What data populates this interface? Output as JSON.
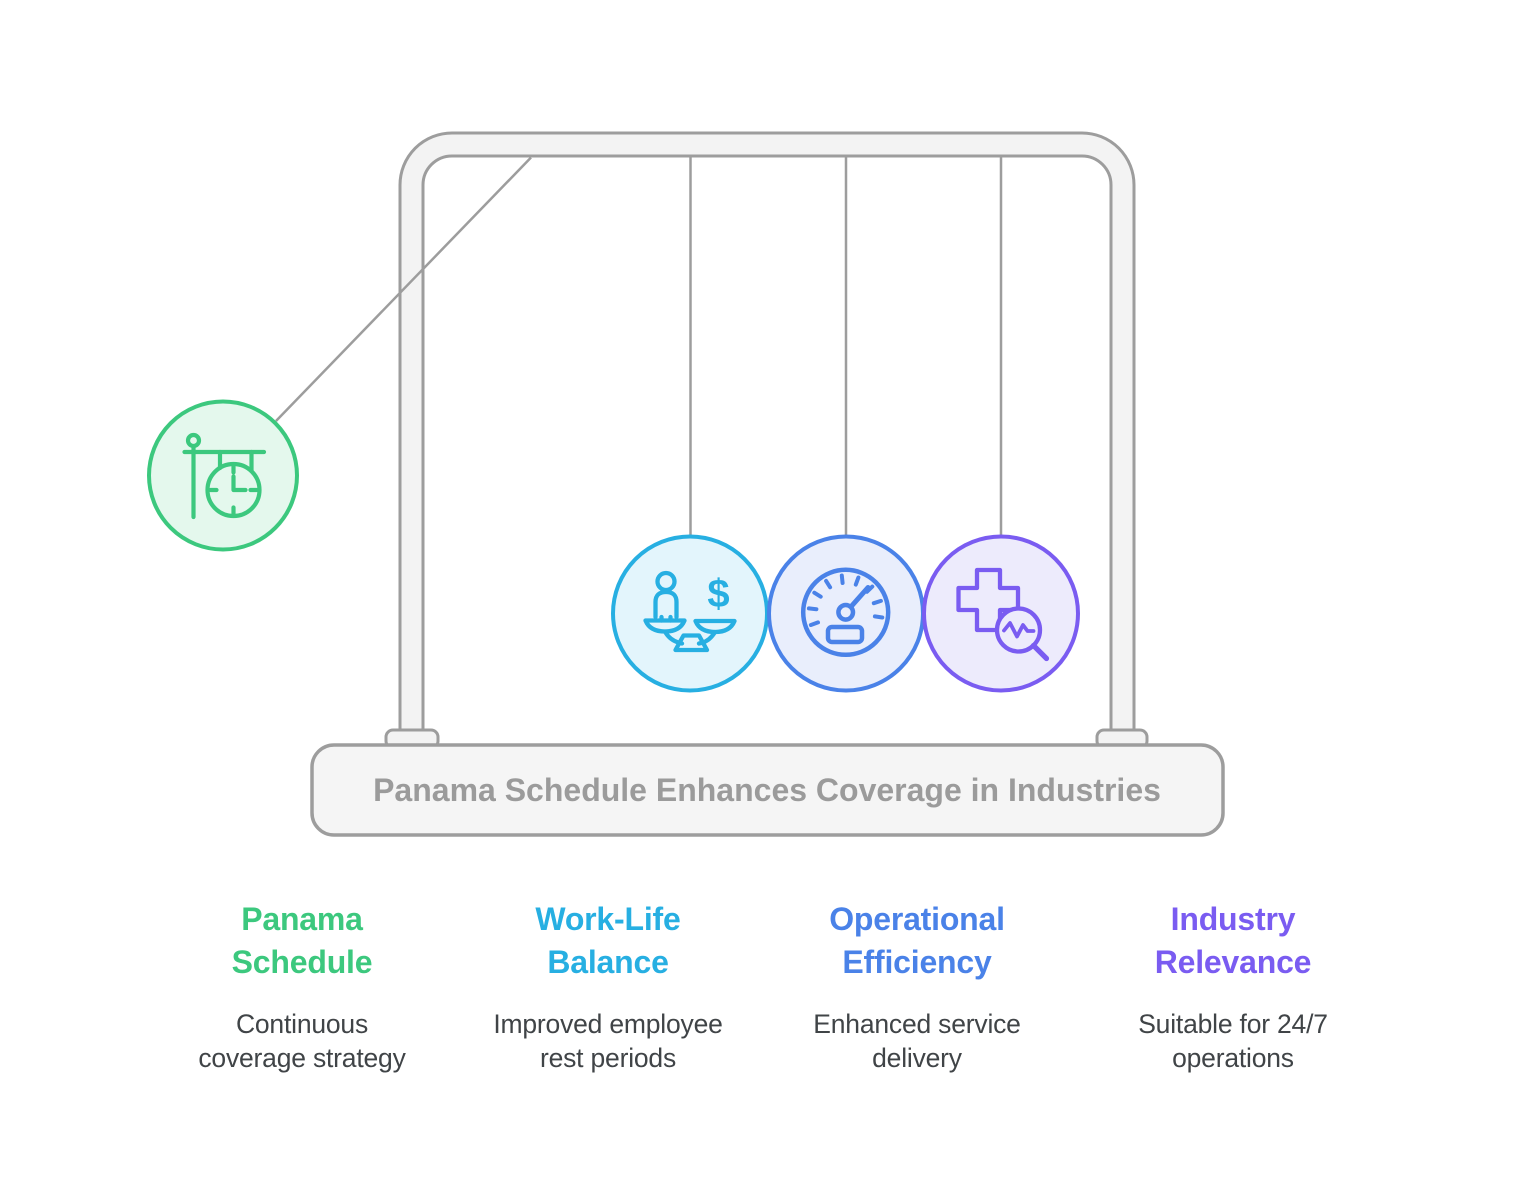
{
  "base_label": "Panama Schedule Enhances Coverage in Industries",
  "columns": [
    {
      "id": "panama-schedule",
      "heading": "Panama\nSchedule",
      "description": "Continuous\ncoverage strategy",
      "color": "#3cc87e"
    },
    {
      "id": "work-life-balance",
      "heading": "Work-Life\nBalance",
      "description": "Improved employee\nrest periods",
      "color": "#27afe2"
    },
    {
      "id": "operational-efficiency",
      "heading": "Operational\nEfficiency",
      "description": "Enhanced service\ndelivery",
      "color": "#4a82e8"
    },
    {
      "id": "industry-relevance",
      "heading": "Industry\nRelevance",
      "description": "Suitable for 24/7\noperations",
      "color": "#7a5cf1"
    }
  ],
  "icons": {
    "pendulum": [
      "station-clock-icon",
      "work-life-balance-scale-icon",
      "speedometer-icon",
      "medical-cross-search-icon"
    ],
    "dollar_glyph": "$"
  },
  "colors": {
    "green_stroke": "#3cc87e",
    "green_fill": "#e4f8ed",
    "cyan_stroke": "#27afe2",
    "cyan_fill": "#e3f5fc",
    "blue_stroke": "#4a82e8",
    "blue_fill": "#e9eefc",
    "purple_stroke": "#7a5cf1",
    "purple_fill": "#edebfc",
    "frame_stroke": "#9d9d9d",
    "frame_fill": "#f3f3f3",
    "base_fill": "#f5f5f5",
    "base_text": "#9b9b9b",
    "body_text": "#404447"
  }
}
